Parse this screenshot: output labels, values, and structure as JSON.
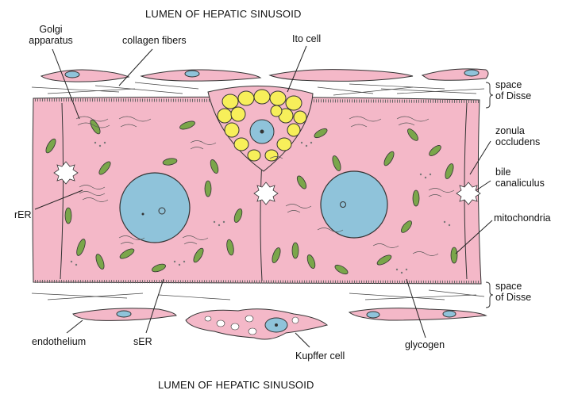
{
  "title_top": "LUMEN OF HEPATIC SINUSOID",
  "title_bottom": "LUMEN OF HEPATIC SINUSOID",
  "labels": {
    "golgi_line1": "Golgi",
    "golgi_line2": "apparatus",
    "collagen": "collagen fibers",
    "ito": "Ito cell",
    "disse_top_line1": "space",
    "disse_top_line2": "of Disse",
    "zonula_line1": "zonula",
    "zonula_line2": "occludens",
    "bile_line1": "bile",
    "bile_line2": "canaliculus",
    "mito": "mitochondria",
    "rer": "rER",
    "disse_bottom_line1": "space",
    "disse_bottom_line2": "of Disse",
    "endothelium": "endothelium",
    "ser": "sER",
    "kupffer": "Kupffer cell",
    "glycogen": "glycogen"
  },
  "colors": {
    "cytoplasm": "#f4b8c8",
    "nucleus": "#8fc3da",
    "lipid": "#f7ef5a",
    "mitochondria": "#7aa64a",
    "outline": "#333333"
  }
}
